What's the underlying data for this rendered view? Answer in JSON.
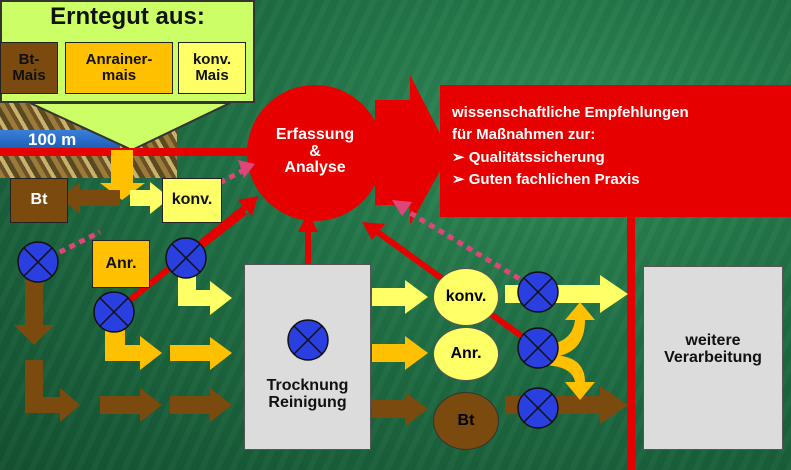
{
  "harvest": {
    "title": "Erntegut aus:",
    "bt_mais": "Bt-\nMais",
    "anrainer_mais": "Anrainer-\nmais",
    "konv_mais": "konv.\nMais"
  },
  "scale": "100 m",
  "center": {
    "label": "Erfassung\n&\nAnalyse"
  },
  "recommendations": {
    "heading": "wissenschaftliche Empfehlungen",
    "subheading": "für Maßnahmen zur:",
    "items": [
      "➢ Qualitätssicherung",
      "➢ Guten fachlichen Praxis"
    ]
  },
  "left_boxes": {
    "bt": "Bt",
    "konv": "konv.",
    "anr": "Anr."
  },
  "processing": {
    "label": "Trocknung\nReinigung"
  },
  "storage": {
    "konv": "konv.",
    "anr": "Anr.",
    "bt": "Bt"
  },
  "final": {
    "label": "weitere\nVerarbeitung"
  },
  "colors": {
    "red": "#e60000",
    "bt_brown": "#7a4a0e",
    "anr_orange": "#ffc000",
    "konv_yellow": "#ffff66",
    "sample_blue": "#2a3fe0",
    "gray_box": "#dcdcdc",
    "label_green": "#ccff66"
  }
}
